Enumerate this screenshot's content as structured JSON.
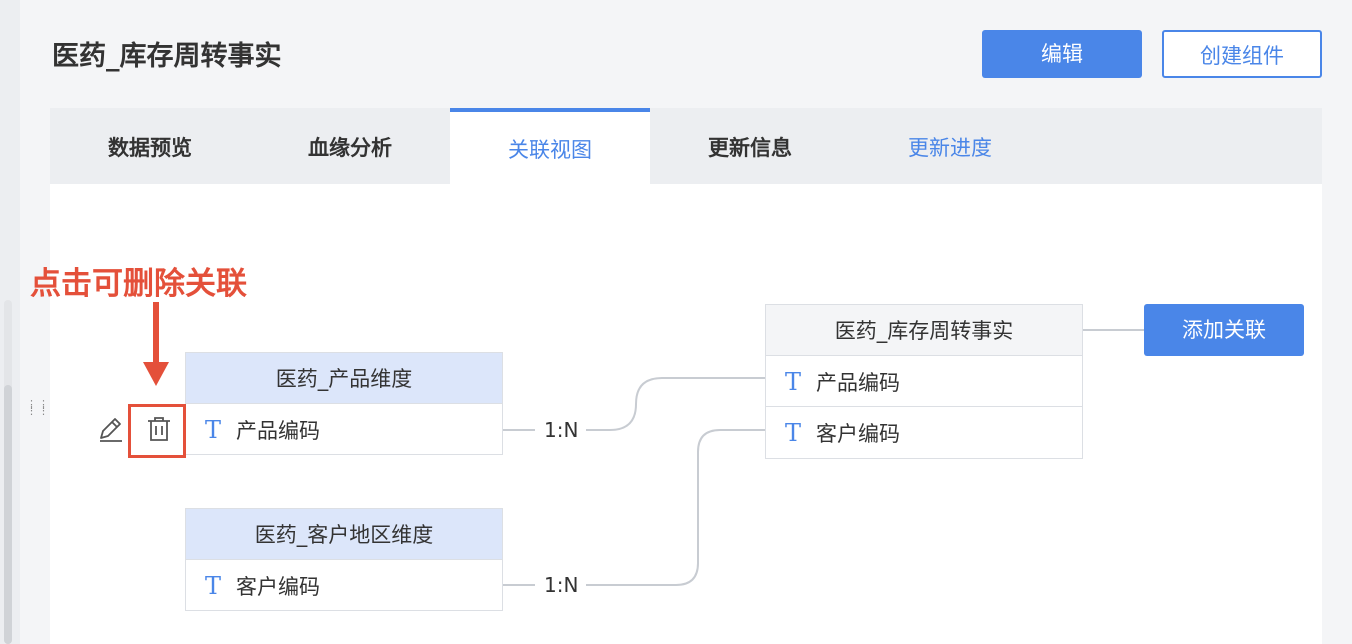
{
  "page_title": "医药_库存周转事实",
  "buttons": {
    "edit": "编辑",
    "create_component": "创建组件",
    "add_relation": "添加关联"
  },
  "tabs": [
    {
      "label": "数据预览",
      "state": "normal"
    },
    {
      "label": "血缘分析",
      "state": "normal"
    },
    {
      "label": "关联视图",
      "state": "active"
    },
    {
      "label": "更新信息",
      "state": "normal"
    },
    {
      "label": "更新进度",
      "state": "link"
    }
  ],
  "annotation": {
    "text": "点击可删除关联",
    "color": "#e4503a"
  },
  "dimension_tables": [
    {
      "name": "医药_产品维度",
      "field": "产品编码",
      "relation": "1:N"
    },
    {
      "name": "医药_客户地区维度",
      "field": "客户编码",
      "relation": "1:N"
    }
  ],
  "fact_table": {
    "name": "医药_库存周转事实",
    "fields": [
      "产品编码",
      "客户编码"
    ]
  },
  "icons": {
    "field_type": "text-type-icon",
    "edit": "pencil-icon",
    "delete": "trash-icon"
  },
  "colors": {
    "accent": "#4a86e8",
    "annotation": "#e4503a",
    "dim_header": "#dce6fa"
  }
}
